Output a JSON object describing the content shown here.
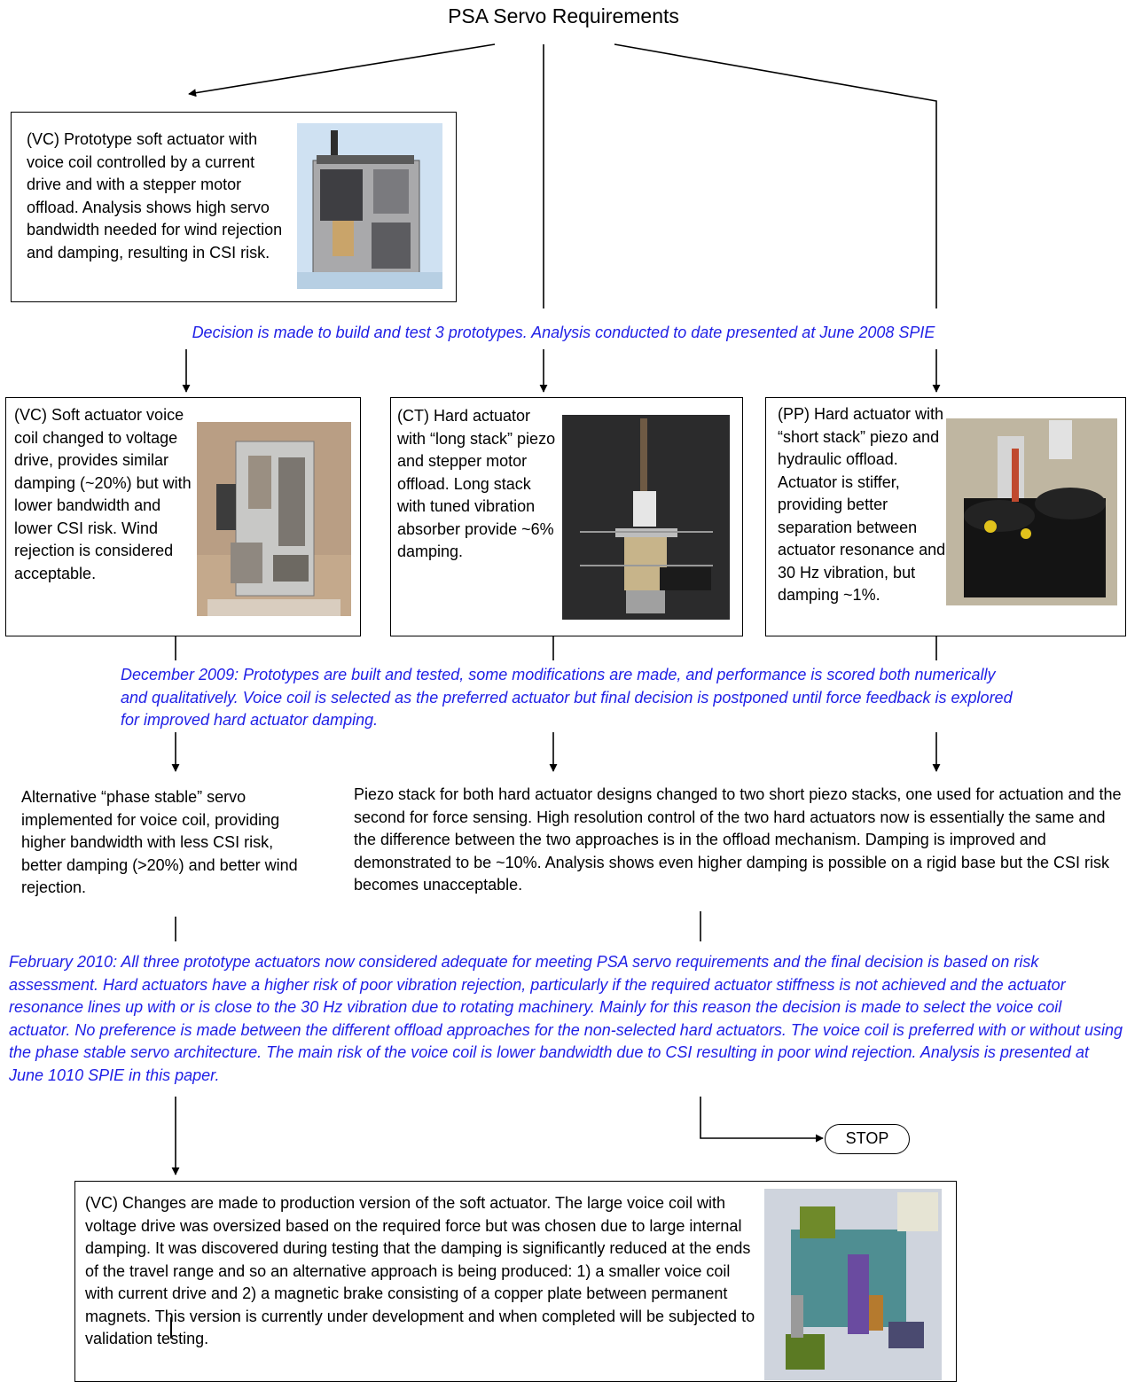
{
  "title": "PSA Servo Requirements",
  "box_top": {
    "text": "(VC) Prototype soft actuator with voice coil controlled by a current drive and with a stepper motor offload. Analysis shows high servo bandwidth needed for wind rejection and damping, resulting in CSI risk.",
    "photo": "voice-coil-prototype-photo"
  },
  "note_1": "Decision is made to build and test 3 prototypes. Analysis conducted to date presented at June 2008 SPIE",
  "box_vc": {
    "text": "(VC) Soft actuator voice coil changed to voltage drive, provides similar damping (~20%) but with lower bandwidth and lower CSI risk. Wind rejection is considered acceptable.",
    "photo": "voice-coil-voltage-drive-photo"
  },
  "box_ct": {
    "text": "(CT) Hard actuator with “long stack” piezo and stepper motor offload. Long stack with tuned vibration absorber provide ~6% damping.",
    "photo": "long-stack-piezo-photo"
  },
  "box_pp": {
    "text": "(PP) Hard actuator with “short stack” piezo and hydraulic offload. Actuator is stiffer, providing better separation between actuator resonance and 30 Hz vibration, but damping ~1%.",
    "photo": "short-stack-piezo-photo"
  },
  "note_2": "December 2009: Prototypes are built and tested, some modifications are made, and performance is scored both numerically and qualitatively. Voice coil is selected as the preferred actuator but final decision is postponed until force feedback is explored for improved hard actuator damping.",
  "text_phase": "Alternative “phase stable” servo implemented for voice coil, providing higher bandwidth with less CSI risk, better damping (>20%) and better wind rejection.",
  "text_piezo": "Piezo stack for both hard actuator designs changed to two short piezo stacks, one used for actuation and the second for force sensing. High resolution control of the two hard actuators now is essentially the same and the difference between the two approaches is in the offload mechanism. Damping is improved and demonstrated to be ~10%. Analysis shows even higher damping is possible on a rigid base but the CSI risk becomes unacceptable.",
  "note_3": "February 2010: All three prototype actuators now considered adequate for meeting PSA servo requirements and the final decision is based on risk assessment. Hard actuators have a higher risk of poor vibration rejection, particularly if the required actuator stiffness is not achieved and the actuator resonance lines up with or is close to the 30 Hz vibration due to rotating machinery. Mainly for this reason the decision is made to select the voice coil actuator. No preference is made between the different offload approaches for the non-selected hard actuators. The voice coil is preferred with or without using the phase stable servo architecture. The main risk of the voice coil is lower bandwidth due to CSI resulting in poor wind rejection. Analysis is presented at June 1010 SPIE in this paper.",
  "stop_label": "STOP",
  "box_final": {
    "text": "(VC) Changes are made to production version of the soft actuator. The large voice coil with voltage drive was oversized based on the required force but was chosen due to large internal damping. It was discovered during testing that the damping is significantly reduced at the ends of the travel range and so an alternative approach is being produced: 1) a smaller voice coil with current drive and 2) a magnetic brake consisting of a copper plate between permanent magnets. This version is currently under development and when completed will be subjected to validation testing.",
    "photo": "cad-model-render"
  },
  "colors": {
    "note_text": "#1f1fe6",
    "lines": "#000000"
  }
}
